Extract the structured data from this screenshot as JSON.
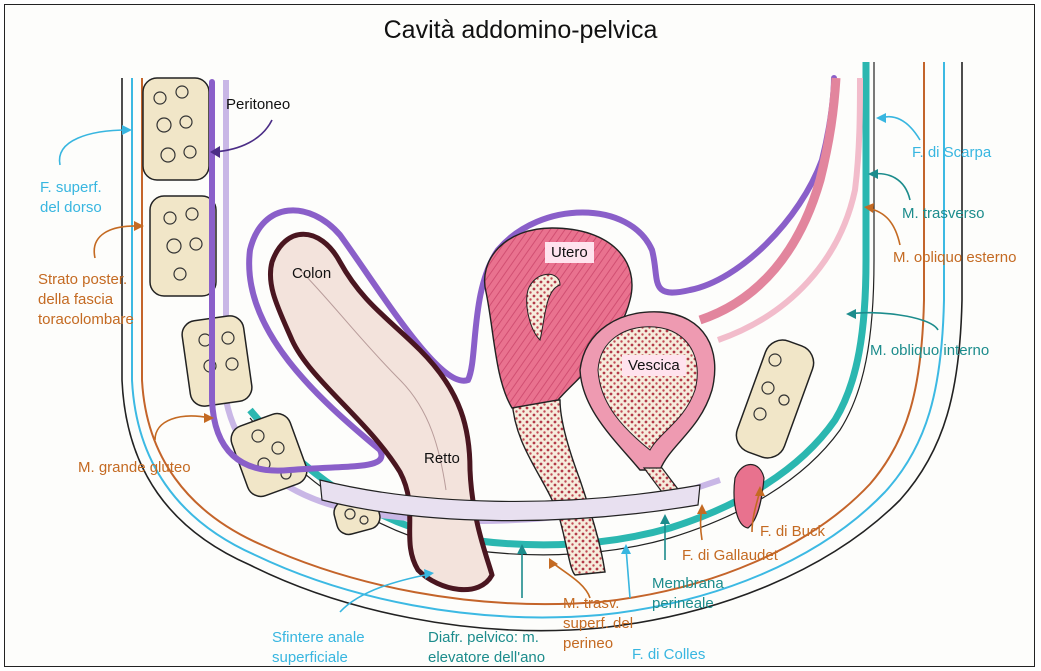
{
  "title": "Cavità addomino-pelvica",
  "colors": {
    "cyan_label": "#38b6e0",
    "teal_label": "#1c8c8c",
    "orange_label": "#c46a22",
    "purple_label": "#4b2d86",
    "peritoneum": "#8a5fc9",
    "colon_outline": "#4a1620",
    "uterus_fill": "#e8728e",
    "bone_fill": "#f1e6c8"
  },
  "organs": {
    "colon": "Colon",
    "retto": "Retto",
    "utero": "Utero",
    "vescica": "Vescica"
  },
  "labels": {
    "peritoneo": "Peritoneo",
    "f_superf_dorso_1": "F. superf.",
    "f_superf_dorso_2": "del dorso",
    "strato_1": "Strato poster.",
    "strato_2": "della fascia",
    "strato_3": "toracolombare",
    "grande_gluteo": "M. grande gluteo",
    "sfintere_1": "Sfintere anale",
    "sfintere_2": "superficiale",
    "diafr_1": "Diafr. pelvico: m.",
    "diafr_2": "elevatore dell'ano",
    "trasv_1": "M. trasv.",
    "trasv_2": "superf. del",
    "trasv_3": "perineo",
    "colles": "F. di Colles",
    "membrana_1": "Membrana",
    "membrana_2": "perineale",
    "gallaudet": "F. di Gallaudet",
    "buck": "F. di Buck",
    "scarpa": "F. di Scarpa",
    "trasverso": "M. trasverso",
    "obliquo_esterno": "M. obliquo esterno",
    "obliquo_interno": "M. obliquo interno"
  }
}
